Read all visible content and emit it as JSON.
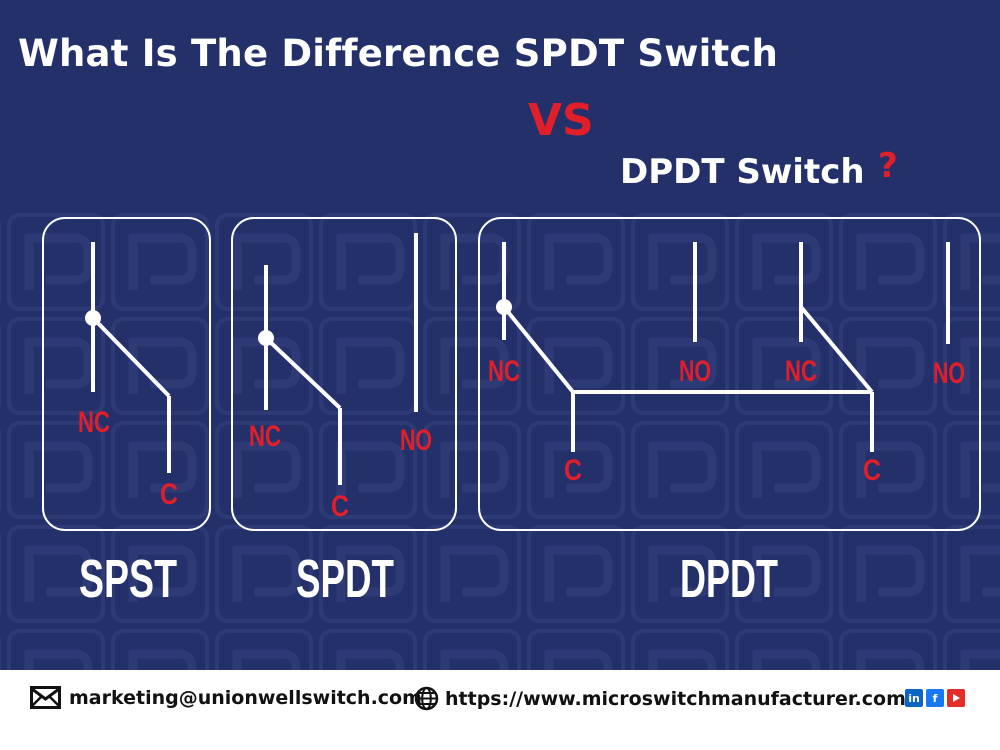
{
  "title": "What Is The Difference SPDT Switch",
  "vs": "VS",
  "subtitle": "DPDT Switch",
  "question": "?",
  "colors": {
    "background": "#24306a",
    "accent_red": "#e01f2a",
    "line_white": "#ffffff"
  },
  "diagrams": [
    {
      "name": "SPST",
      "labels": [
        "NC",
        "C"
      ]
    },
    {
      "name": "SPDT",
      "labels": [
        "NC",
        "C",
        "NO"
      ]
    },
    {
      "name": "DPDT",
      "labels": [
        "NC",
        "NO",
        "NC",
        "NO",
        "C",
        "C"
      ]
    }
  ],
  "footer": {
    "email": "marketing@unionwellswitch.com",
    "website": "https://www.microswitchmanufacturer.com",
    "social_icons": [
      "linkedin-icon",
      "facebook-icon",
      "youtube-icon"
    ]
  }
}
